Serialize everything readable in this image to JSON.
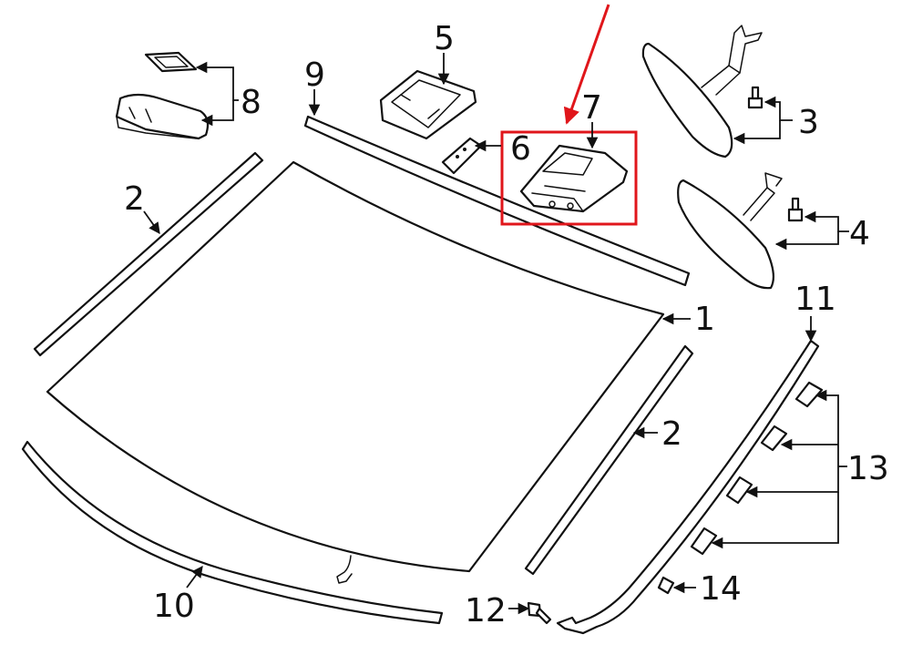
{
  "diagram": {
    "callouts": {
      "c1": "1",
      "c2a": "2",
      "c2b": "2",
      "c3": "3",
      "c4": "4",
      "c5": "5",
      "c6": "6",
      "c7": "7",
      "c8": "8",
      "c9": "9",
      "c10": "10",
      "c11": "11",
      "c12": "12",
      "c13": "13",
      "c14": "14"
    },
    "colors": {
      "highlight": "#e0161b",
      "line": "#111111",
      "background": "#ffffff"
    },
    "highlighted_part": "7"
  }
}
